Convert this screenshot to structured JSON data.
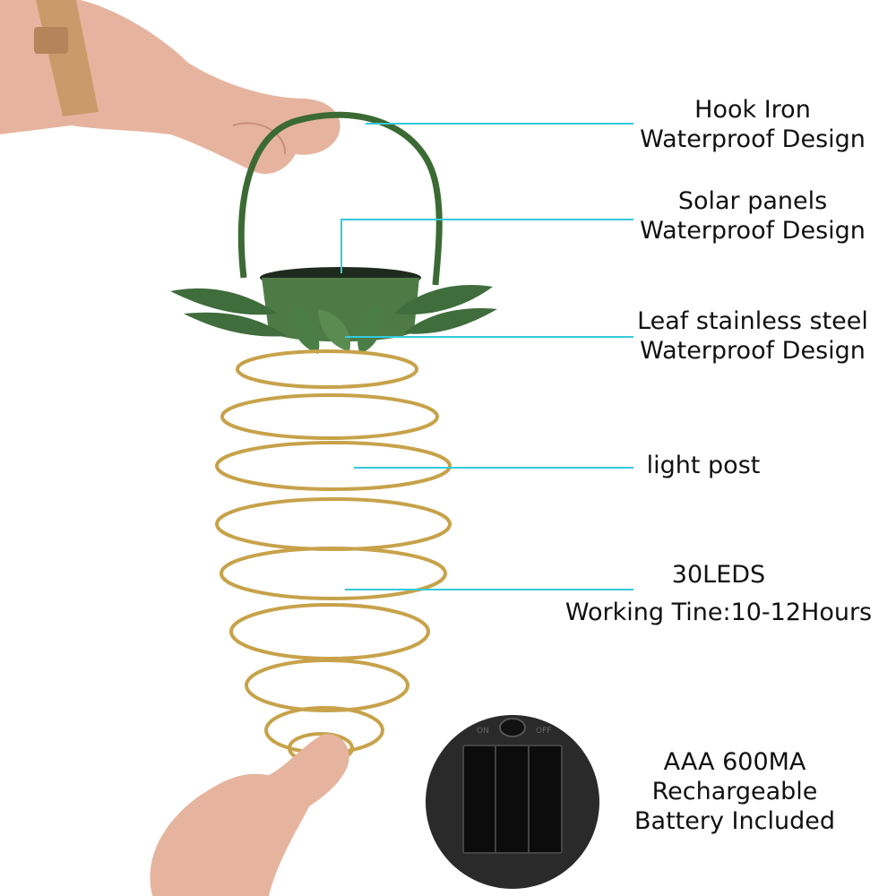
{
  "colors": {
    "callout": "#35c9dc",
    "spring": "#c7a24a",
    "leaf": "#3f6d3c",
    "hook": "#3b6a34",
    "skin": "#e6b49e",
    "panel": "#2a2a2a"
  },
  "labels": {
    "hook": {
      "line1": "Hook Iron",
      "line2": "Waterproof Design"
    },
    "solar": {
      "line1": "Solar panels",
      "line2": "Waterproof Design"
    },
    "leaf": {
      "line1": "Leaf stainless steel",
      "line2": "Waterproof Design"
    },
    "post": {
      "line1": "light post"
    },
    "leds": {
      "line1": "30LEDS",
      "line2": "Working Tine:10-12Hours"
    },
    "battery": {
      "line1": "AAA 600MA",
      "line2": "Rechargeable",
      "line3": "Battery Included"
    }
  },
  "switch": {
    "on": "ON",
    "off": "OFF"
  }
}
